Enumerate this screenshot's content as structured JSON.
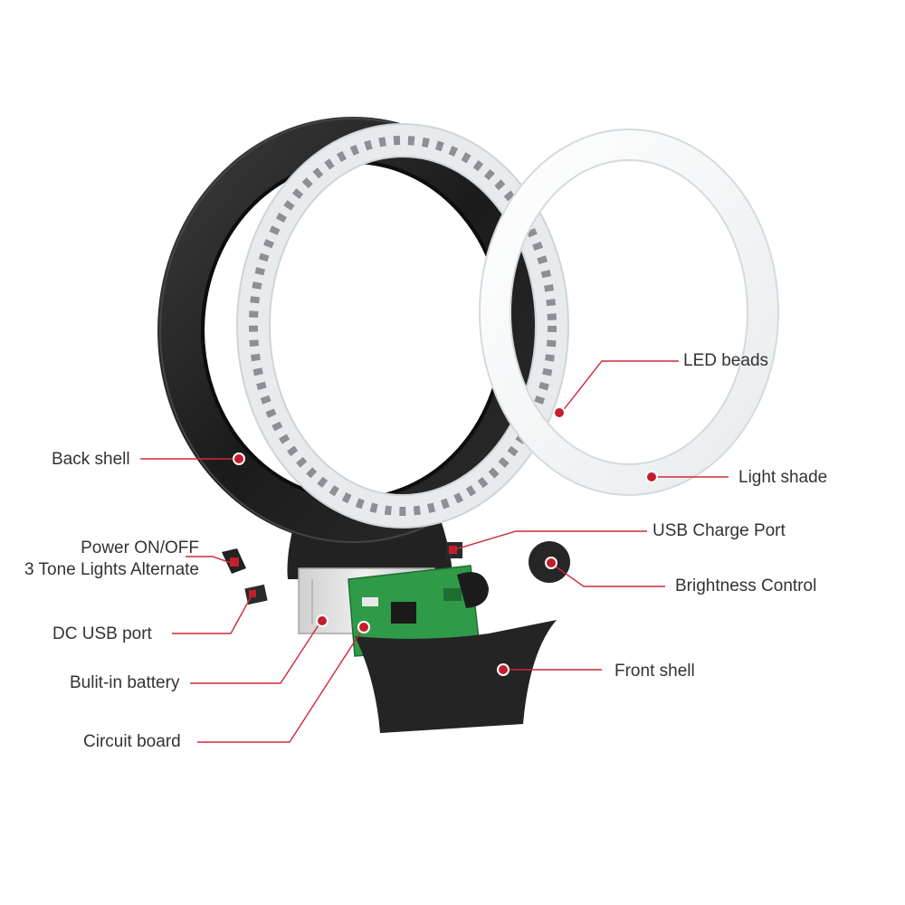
{
  "colors": {
    "leader_line": "#d02a35",
    "marker_fill": "#c21f2d",
    "back_shell": "#1f1f1f",
    "led_ring": "#e9ecee",
    "light_shade": "#f6f8f9",
    "pcb": "#2f9b48",
    "label_text": "#333333"
  },
  "labels": {
    "back_shell": "Back shell",
    "power_line1": "Power ON/OFF",
    "power_line2": "3 Tone Lights Alternate",
    "dc_usb_port": "DC USB port",
    "battery": "Bulit-in battery",
    "circuit_board": "Circuit board",
    "led_beads": "LED beads",
    "light_shade": "Light shade",
    "usb_charge_port": "USB Charge Port",
    "brightness_control": "Brightness Control",
    "front_shell": "Front shell"
  }
}
